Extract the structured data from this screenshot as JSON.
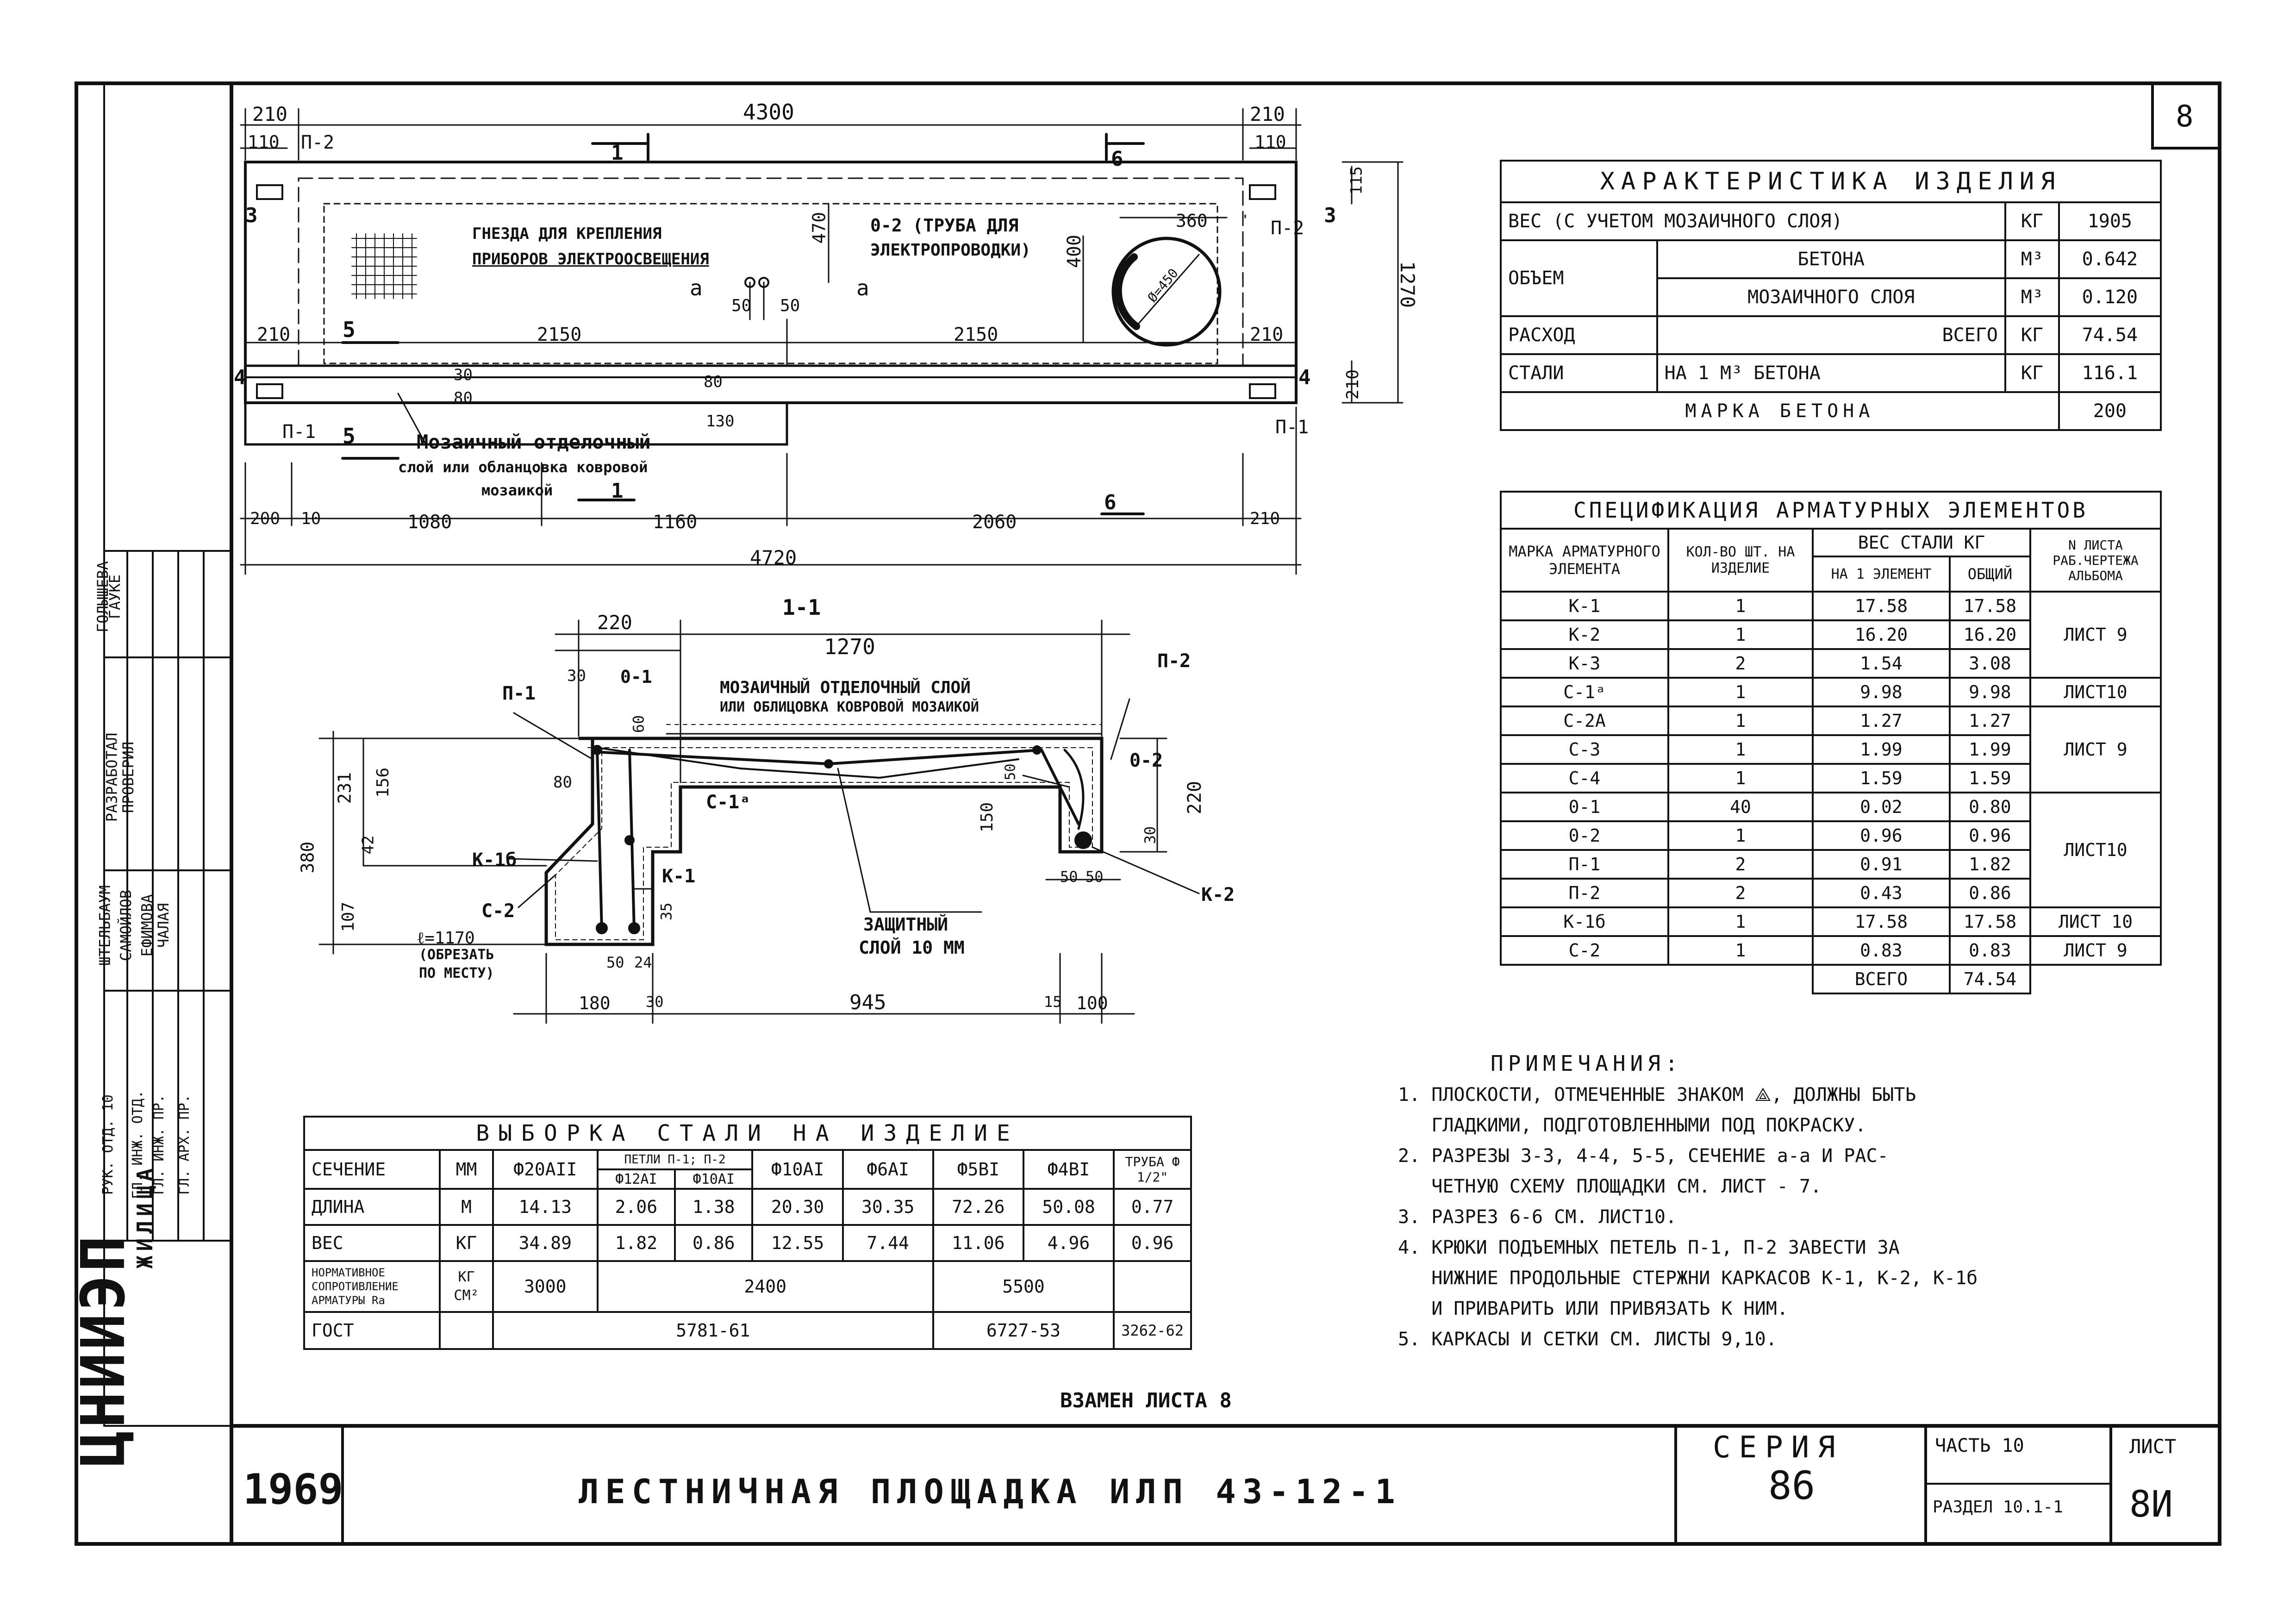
{
  "page_number": "8",
  "plan": {
    "dim_left_210": "210",
    "dim_total_4300": "4300",
    "dim_right_210": "210",
    "dim_110_left": "110",
    "dim_110_right": "110",
    "label_p2_left": "П-2",
    "label_p2_right": "П-2",
    "label_3_left": "3",
    "label_3_right": "3",
    "label_4_left": "4",
    "label_4_right": "4",
    "label_1_top": "1",
    "label_6_top": "6",
    "label_5_left": "5",
    "label_5_bottom": "5",
    "label_1_bottom": "1",
    "label_6_bottom": "6",
    "label_p1_left": "П-1",
    "label_p1_right": "П-1",
    "sockets_note_line1": "ГНЕЗДА ДЛЯ КРЕПЛЕНИЯ",
    "sockets_note_line2": "ПРИБОРОВ ЭЛЕКТРООСВЕЩЕНИЯ",
    "tube_note_line1": "0-2 (ТРУБА ДЛЯ",
    "tube_note_line2": "ЭЛЕКТРОПРОВОДКИ)",
    "dim_470": "470",
    "dim_400": "400",
    "dim_360": "360",
    "dim_115": "115",
    "dim_1270": "1270",
    "dim_50a": "50",
    "dim_50b": "50",
    "section_a_left": "а",
    "section_a_right": "а",
    "dim_2150_left": "2150",
    "dim_2150_right": "2150",
    "dim_210_mid_left": "210",
    "dim_210_mid_right": "210",
    "dim_210_right_v": "210",
    "circle_label": "Ø=450",
    "dim_30": "30",
    "dim_80a": "80",
    "dim_80b": "80",
    "dim_130": "130",
    "mosaic_note_line1": "Мозаичный отделочный",
    "mosaic_note_line2": "слой или обланцовка ковровой",
    "mosaic_note_line3": "мозаикой",
    "dim_200": "200",
    "dim_10": "10",
    "dim_1080": "1080",
    "dim_1160": "1160",
    "dim_2060": "2060",
    "dim_210_bottom": "210",
    "dim_4720": "4720"
  },
  "section11": {
    "title": "1-1",
    "dim_220_top": "220",
    "dim_1270": "1270",
    "label_p1": "П-1",
    "dim_30": "30",
    "label_o1": "0-1",
    "mosaic_line1": "МОЗАИЧНЫЙ ОТДЕЛОЧНЫЙ СЛОЙ",
    "mosaic_line2": "ИЛИ ОБЛИЦОВКА КОВРОВОЙ МОЗАИКОЙ",
    "label_p2": "П-2",
    "dim_60": "60",
    "dim_80": "80",
    "dim_231": "231",
    "dim_156": "156",
    "dim_380": "380",
    "dim_42": "42",
    "dim_107": "107",
    "label_k1b": "К-1б",
    "label_c2": "С-2",
    "label_l": "ℓ=1170",
    "label_cut_1": "(ОБРЕЗАТЬ",
    "label_cut_2": "ПО МЕСТУ)",
    "label_k1": "К-1",
    "label_c1a": "С-1ᵃ",
    "dim_35": "35",
    "dim_150": "150",
    "dim_50v": "50",
    "label_o2": "0-2",
    "dim_220_right": "220",
    "dim_30_right": "30",
    "label_k2": "К-2",
    "dim_50a": "50",
    "dim_50b": "50",
    "protect_line1": "ЗАЩИТНЫЙ",
    "protect_line2": "СЛОЙ 10 ММ",
    "dim_50c": "50",
    "dim_24": "24",
    "dim_180": "180",
    "dim_30b": "30",
    "dim_945": "945",
    "dim_15": "15",
    "dim_100": "100"
  },
  "characteristic": {
    "title": "ХАРАКТЕРИСТИКА ИЗДЕЛИЯ",
    "rows": [
      {
        "a": "ВЕС (С УЧЕТОМ МОЗАИЧНОГО СЛОЯ)",
        "unit": "КГ",
        "val": "1905"
      },
      {
        "a": "ОБЪЕМ",
        "b": "БЕТОНА",
        "unit": "М³",
        "val": "0.642"
      },
      {
        "b": "МОЗАИЧНОГО СЛОЯ",
        "unit": "М³",
        "val": "0.120"
      },
      {
        "a": "РАСХОД",
        "b": "ВСЕГО",
        "unit": "КГ",
        "val": "74.54"
      },
      {
        "a": "СТАЛИ",
        "b": "НА 1 М³ БЕТОНА",
        "unit": "КГ",
        "val": "116.1"
      }
    ],
    "grade_label": "МАРКА БЕТОНА",
    "grade_value": "200"
  },
  "spec": {
    "title": "СПЕЦИФИКАЦИЯ АРМАТУРНЫХ ЭЛЕМЕНТОВ",
    "h_mark": "МАРКА АРМАТУРНОГО ЭЛЕМЕНТА",
    "h_qty": "КОЛ-ВО ШТ. НА ИЗДЕЛИЕ",
    "h_weight": "ВЕС СТАЛИ КГ",
    "h_per": "НА 1 ЭЛЕМЕНТ",
    "h_total": "ОБЩИЙ",
    "h_sheet": "N ЛИСТА РАБ.ЧЕРТЕЖА АЛЬБОМА",
    "rows": [
      {
        "mark": "К-1",
        "qty": "1",
        "per": "17.58",
        "total": "17.58",
        "sheet": ""
      },
      {
        "mark": "К-2",
        "qty": "1",
        "per": "16.20",
        "total": "16.20",
        "sheet": "ЛИСТ 9"
      },
      {
        "mark": "К-3",
        "qty": "2",
        "per": "1.54",
        "total": "3.08",
        "sheet": ""
      },
      {
        "mark": "С-1ᵃ",
        "qty": "1",
        "per": "9.98",
        "total": "9.98",
        "sheet": "ЛИСТ10"
      },
      {
        "mark": "С-2А",
        "qty": "1",
        "per": "1.27",
        "total": "1.27",
        "sheet": ""
      },
      {
        "mark": "С-3",
        "qty": "1",
        "per": "1.99",
        "total": "1.99",
        "sheet": "ЛИСТ 9"
      },
      {
        "mark": "С-4",
        "qty": "1",
        "per": "1.59",
        "total": "1.59",
        "sheet": ""
      },
      {
        "mark": "0-1",
        "qty": "40",
        "per": "0.02",
        "total": "0.80",
        "sheet": ""
      },
      {
        "mark": "0-2",
        "qty": "1",
        "per": "0.96",
        "total": "0.96",
        "sheet": "ЛИСТ10"
      },
      {
        "mark": "П-1",
        "qty": "2",
        "per": "0.91",
        "total": "1.82",
        "sheet": ""
      },
      {
        "mark": "П-2",
        "qty": "2",
        "per": "0.43",
        "total": "0.86",
        "sheet": ""
      },
      {
        "mark": "К-1б",
        "qty": "1",
        "per": "17.58",
        "total": "17.58",
        "sheet": "ЛИСТ 10"
      },
      {
        "mark": "С-2",
        "qty": "1",
        "per": "0.83",
        "total": "0.83",
        "sheet": "ЛИСТ 9"
      }
    ],
    "total_label": "ВСЕГО",
    "total_value": "74.54"
  },
  "notes": {
    "title": "ПРИМЕЧАНИЯ:",
    "lines": [
      "1. ПЛОСКОСТИ, ОТМЕЧЕННЫЕ ЗНАКОМ ⟁, ДОЛЖНЫ БЫТЬ",
      "   ГЛАДКИМИ, ПОДГОТОВЛЕННЫМИ ПОД ПОКРАСКУ.",
      "2. РАЗРЕЗЫ 3-3, 4-4, 5-5, СЕЧЕНИЕ а-а И РАС-",
      "   ЧЕТНУЮ СХЕМУ ПЛОЩАДКИ СМ. ЛИСТ - 7.",
      "3. РАЗРЕЗ 6-6 СМ. ЛИСТ10.",
      "4. КРЮКИ ПОДЪЕМНЫХ ПЕТЕЛЬ П-1, П-2 ЗАВЕСТИ ЗА",
      "   НИЖНИЕ ПРОДОЛЬНЫЕ СТЕРЖНИ КАРКАСОВ К-1, К-2, К-1б",
      "   И ПРИВАРИТЬ ИЛИ ПРИВЯЗАТЬ К НИМ.",
      "5. КАРКАСЫ И СЕТКИ СМ. ЛИСТЫ 9,10."
    ]
  },
  "steel": {
    "title": "ВЫБОРКА СТАЛИ НА ИЗДЕЛИЕ",
    "h_section": "СЕЧЕНИЕ",
    "h_mm": "ММ",
    "h_d20": "Ф20АII",
    "h_loops": "ПЕТЛИ П-1; П-2",
    "h_d12": "Ф12АI",
    "h_d10a": "Ф10АI",
    "h_d10": "Ф10АI",
    "h_d6": "Ф6АI",
    "h_d5": "Ф5ВI",
    "h_d4": "Ф4ВI",
    "h_pipe": "ТРУБА Ф 1/2\"",
    "length_label": "ДЛИНА",
    "length_unit": "М",
    "length_vals": [
      "14.13",
      "2.06",
      "1.38",
      "20.30",
      "30.35",
      "72.26",
      "50.08",
      "0.77"
    ],
    "weight_label": "ВЕС",
    "weight_unit": "КГ",
    "weight_vals": [
      "34.89",
      "1.82",
      "0.86",
      "12.55",
      "7.44",
      "11.06",
      "4.96",
      "0.96"
    ],
    "norm_label_1": "НОРМАТИВНОЕ",
    "norm_label_2": "СОПРОТИВЛЕНИЕ",
    "norm_label_3": "АРМАТУРЫ Ra",
    "norm_unit_1": "КГ",
    "norm_unit_2": "СМ²",
    "norm_vals": [
      "3000",
      "2400",
      "5500"
    ],
    "gost_label": "ГОСТ",
    "gost_vals": [
      "5781-61",
      "6727-53",
      "3262-62"
    ]
  },
  "replace_note": "ВЗАМЕН ЛИСТА 8",
  "side_stamp": {
    "org": "ЦНИИЭП",
    "org_sub": "ЖИЛИЩА",
    "roles": [
      "РУК. ОТД. 10",
      "ГЛ. ИНЖ. ОТД.",
      "ГЛ. ИНЖ. ПР.",
      "ГЛ. АРХ. ПР."
    ],
    "names": [
      "ШТЕЛЬБАУМ",
      "САМОЙЛОВ",
      "ЕФИМОВА",
      "ЧАЛАЯ"
    ],
    "roles2": [
      "РАЗРАБОТАЛ",
      "ПРОВЕРИЛ"
    ],
    "names2": [
      "ГОЛЫШЕВА",
      "ГАУКЕ"
    ]
  },
  "title_block": {
    "year": "1969",
    "title": "ЛЕСТНИЧНАЯ ПЛОЩАДКА ИЛП 43-12-1",
    "series_label": "СЕРИЯ",
    "series_value": "86",
    "part": "ЧАСТЬ 10",
    "section": "РАЗДЕЛ 10.1-1",
    "sheet_label": "ЛИСТ",
    "sheet_value": "8И"
  }
}
